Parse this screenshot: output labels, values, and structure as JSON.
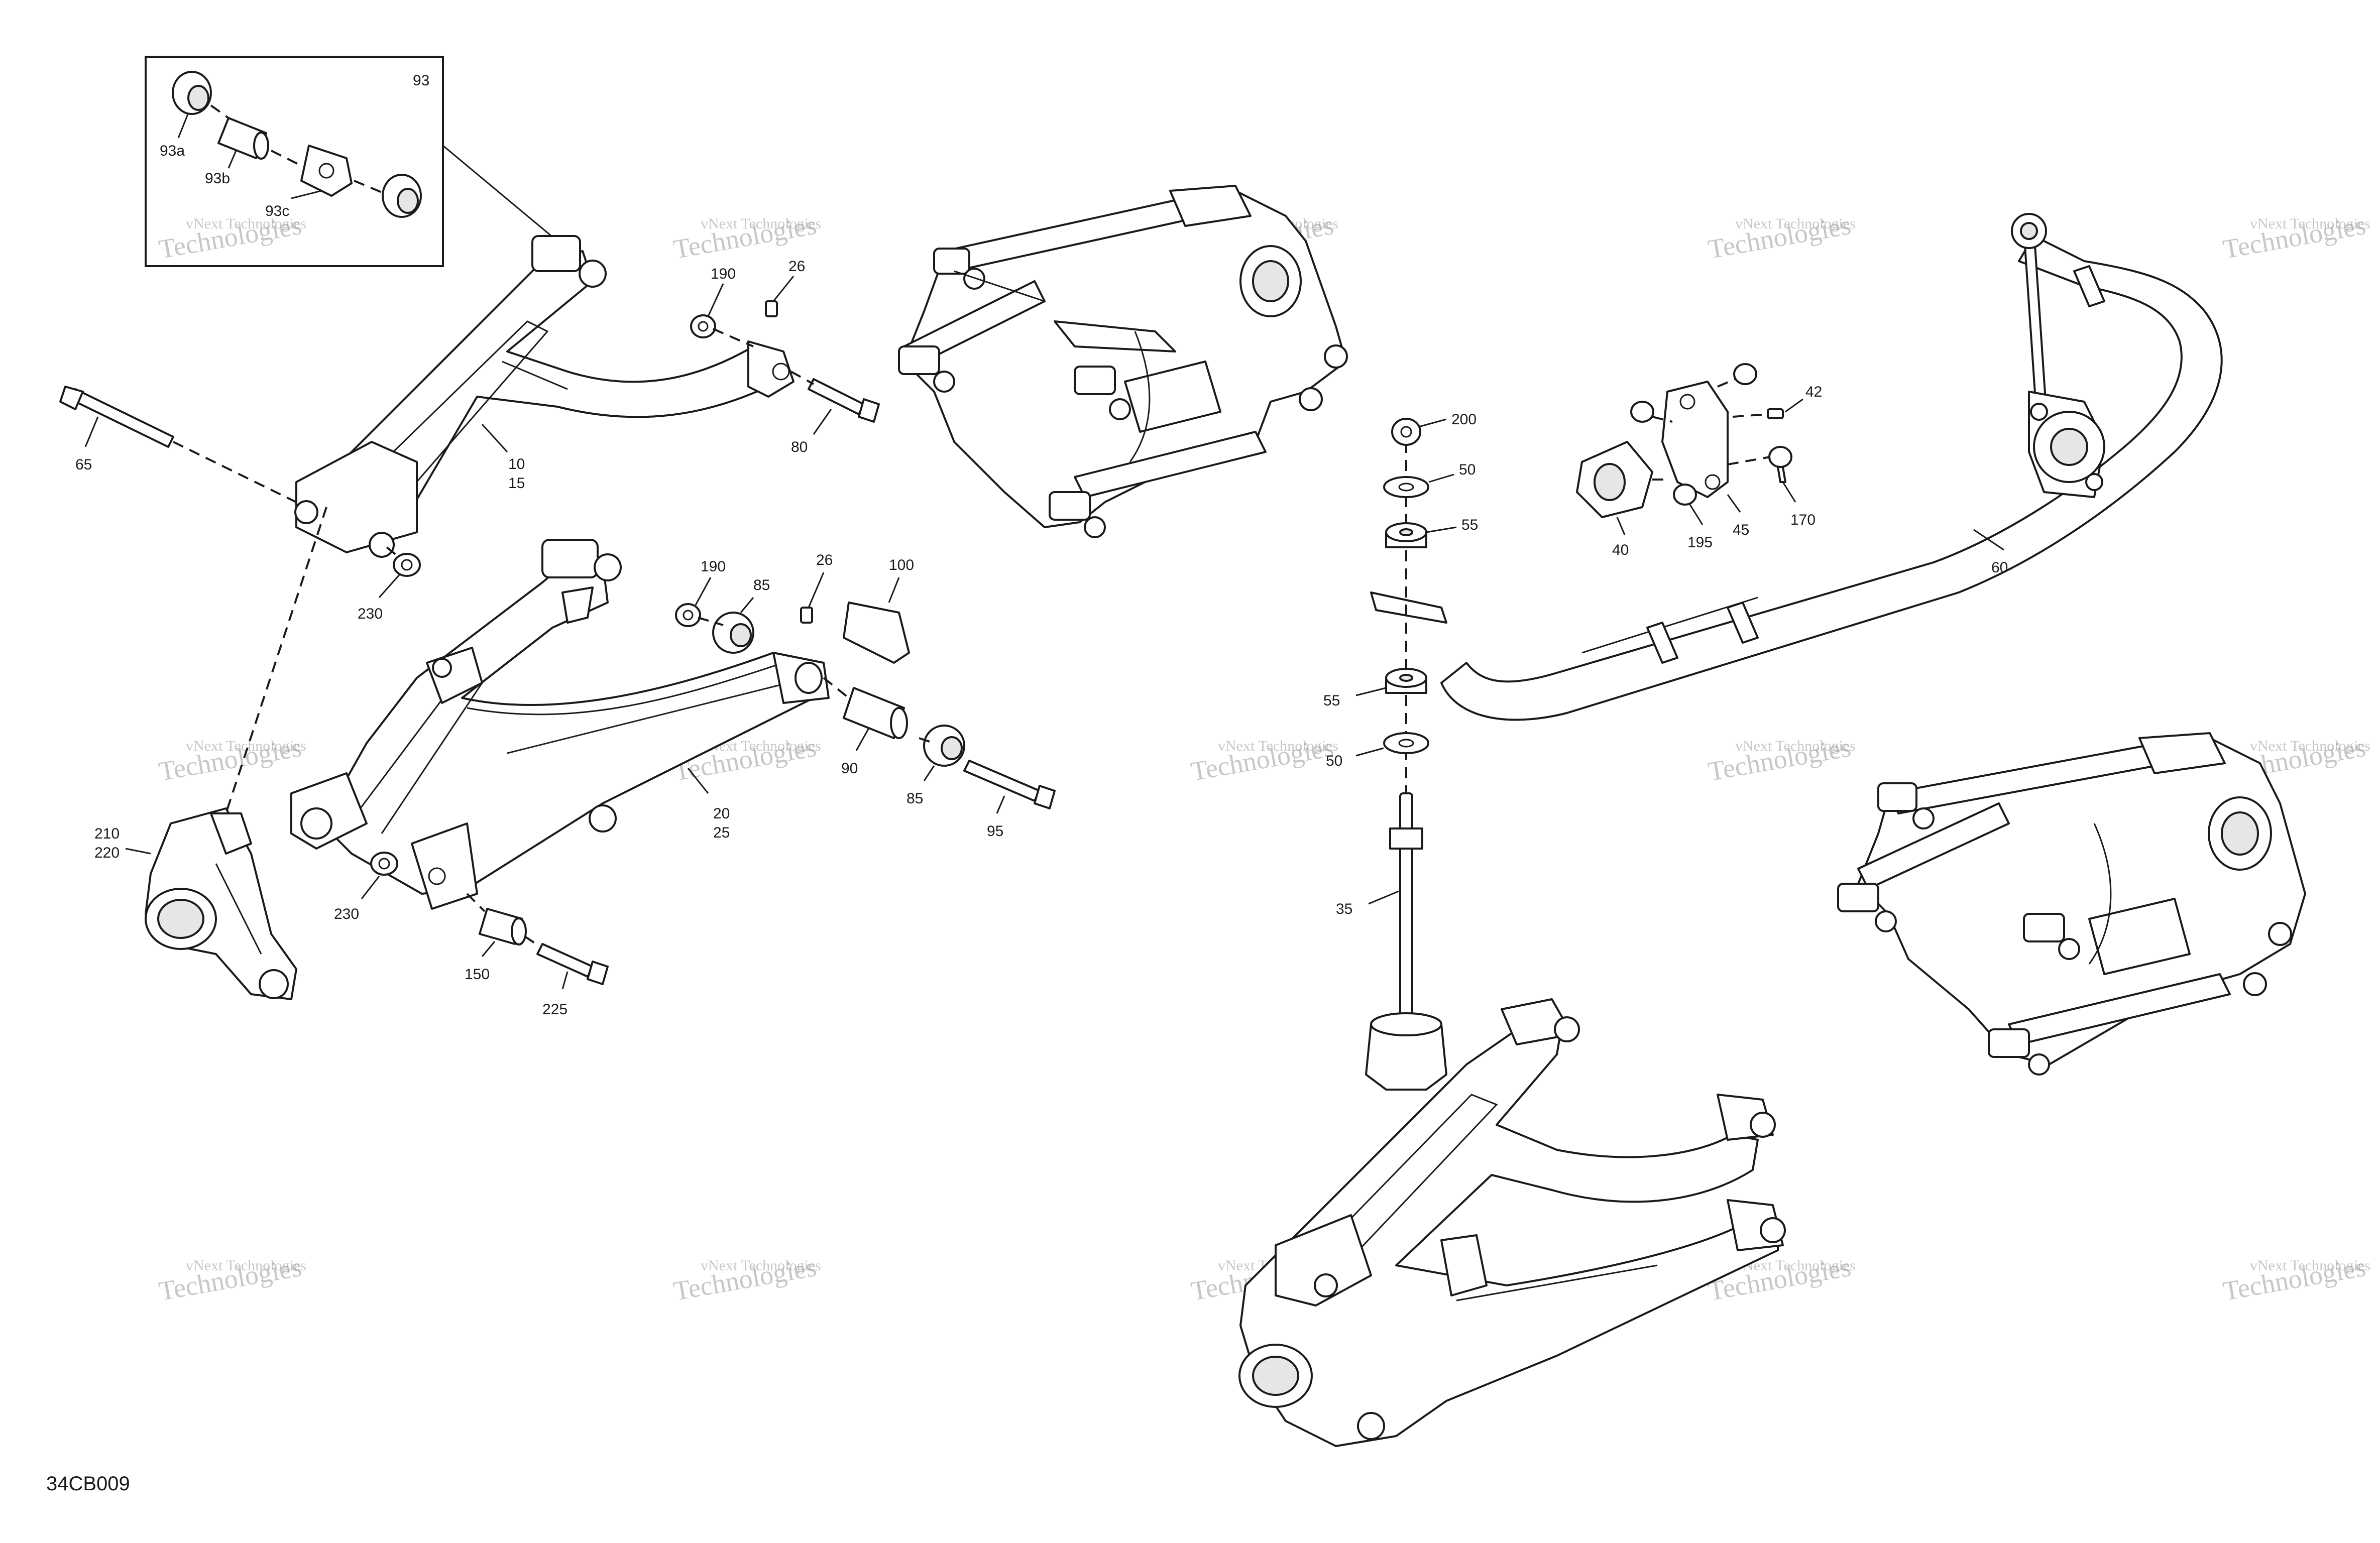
{
  "diagram": {
    "reference_code": "34CB009",
    "watermark": {
      "line1": "vNext Technologies",
      "line2": "vNext",
      "line3": "Technologies"
    },
    "inset_title": "93",
    "callouts": {
      "c93a": "93a",
      "c93b": "93b",
      "c93c": "93c",
      "c65": "65",
      "c10": "10",
      "c15": "15",
      "c230a": "230",
      "c190a": "190",
      "c26a": "26",
      "c80": "80",
      "c190b": "190",
      "c85a": "85",
      "c26b": "26",
      "c100": "100",
      "c90": "90",
      "c85b": "85",
      "c95": "95",
      "c20": "20",
      "c25": "25",
      "c210": "210",
      "c220": "220",
      "c230b": "230",
      "c150": "150",
      "c225": "225",
      "c200": "200",
      "c50a": "50",
      "c55a": "55",
      "c55b": "55",
      "c50b": "50",
      "c35": "35",
      "c42": "42",
      "c40": "40",
      "c195": "195",
      "c45": "45",
      "c170": "170",
      "c60": "60"
    }
  }
}
